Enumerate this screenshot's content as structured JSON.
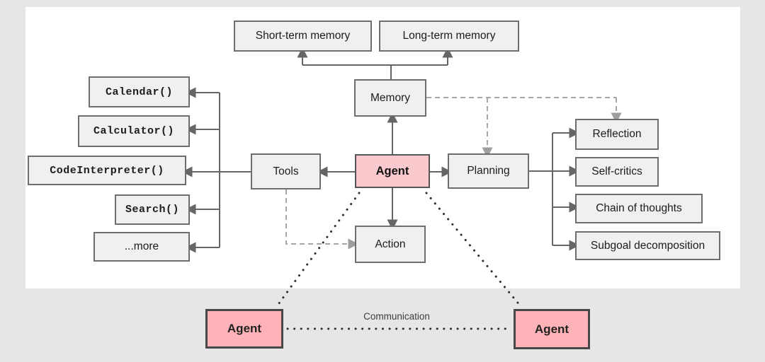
{
  "diagram": {
    "nodes": {
      "short_term_memory": "Short-term memory",
      "long_term_memory": "Long-term memory",
      "memory": "Memory",
      "calendar": "Calendar()",
      "calculator": "Calculator()",
      "code_interpreter": "CodeInterpreter()",
      "search": "Search()",
      "more": "...more",
      "tools": "Tools",
      "agent": "Agent",
      "planning": "Planning",
      "action": "Action",
      "reflection": "Reflection",
      "self_critics": "Self-critics",
      "chain_of_thoughts": "Chain of thoughts",
      "subgoal_decomposition": "Subgoal decomposition",
      "agent_bottom_left": "Agent",
      "agent_bottom_right": "Agent"
    },
    "edge_labels": {
      "communication": "Communication"
    },
    "colors": {
      "page_background": "#e6e6e6",
      "canvas": "#ffffff",
      "node_fill": "#f0f0f0",
      "node_border": "#6e6e6e",
      "agent_fill": "#f9c9cd",
      "agent_bottom_fill": "#ffb3b8",
      "solid_arrow": "#666666",
      "dashed_arrow": "#a6a6a6",
      "dotted_line": "#2e2e2e"
    }
  }
}
